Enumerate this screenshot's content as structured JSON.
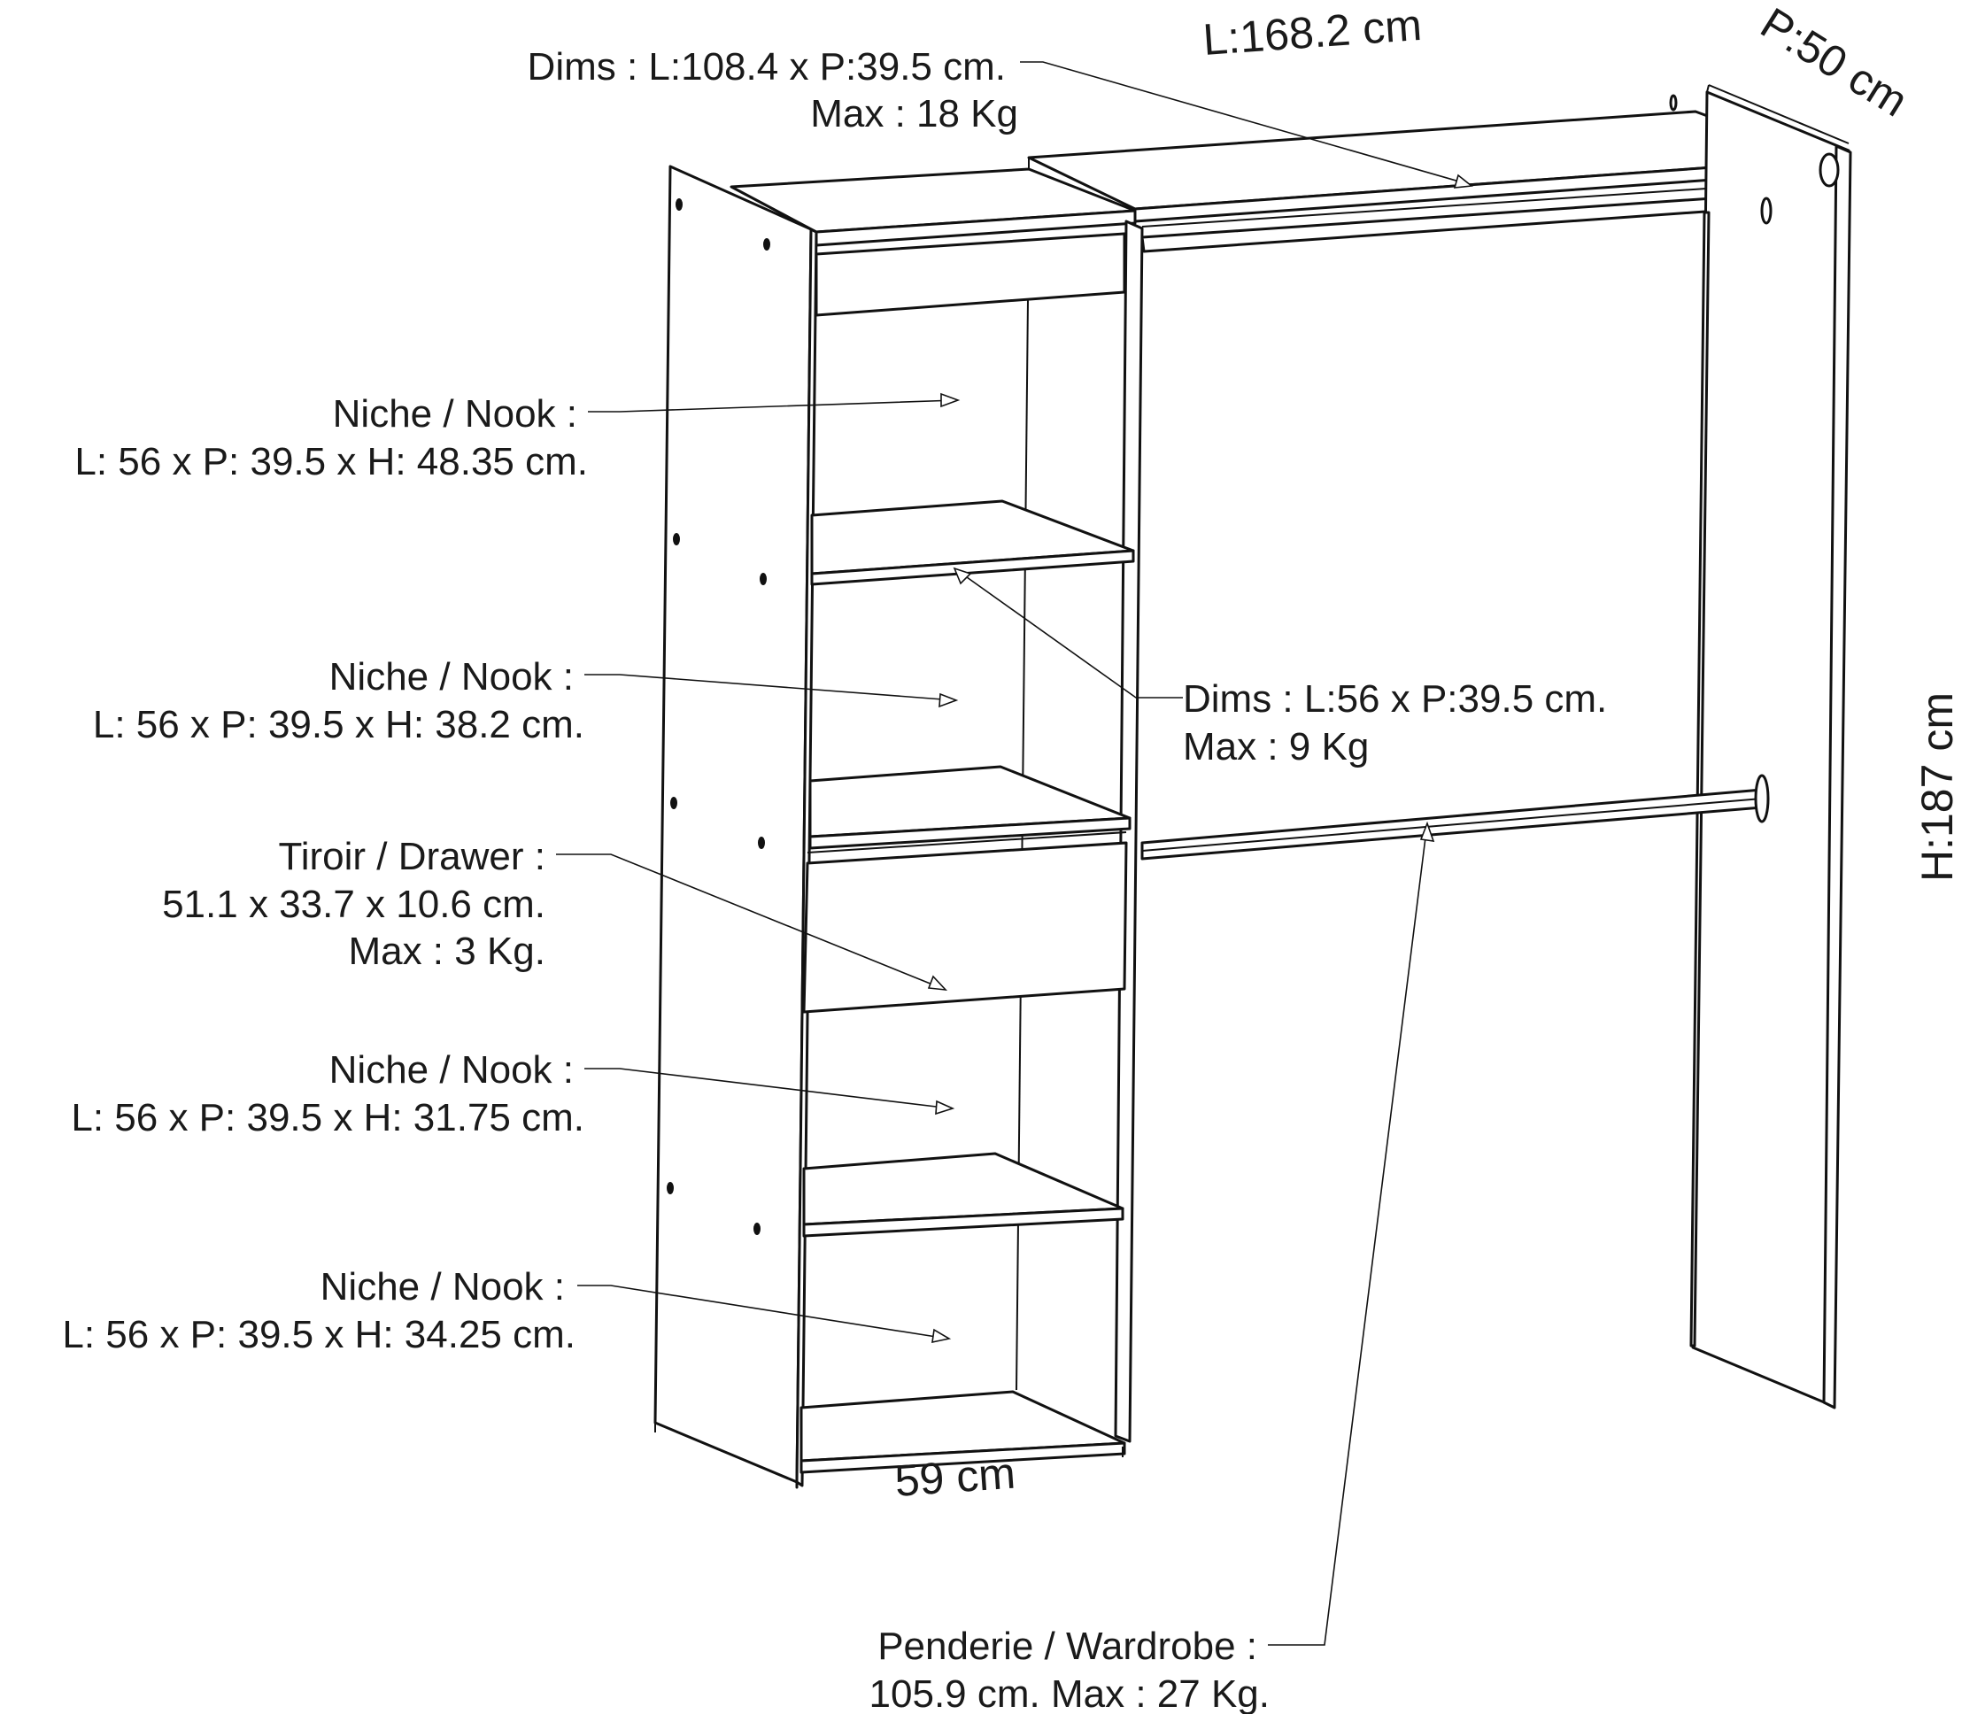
{
  "dimensions": {
    "width": "L:168.2 cm",
    "depth": "P:50 cm",
    "height": "H:187 cm",
    "column_width": "59 cm"
  },
  "callouts": {
    "top_shelf": {
      "line1": "Dims : L:108.4 x P:39.5 cm.",
      "line2": "Max : 18 Kg"
    },
    "nook_1": {
      "line1": "Niche / Nook :",
      "line2": "L: 56 x P: 39.5 x H: 48.35 cm."
    },
    "nook_2": {
      "line1": "Niche / Nook :",
      "line2": "L: 56 x P: 39.5 x H: 38.2 cm."
    },
    "middle_shelf": {
      "line1": "Dims : L:56 x P:39.5 cm.",
      "line2": "Max : 9 Kg"
    },
    "drawer": {
      "line1": "Tiroir / Drawer :",
      "line2": "51.1 x 33.7 x 10.6 cm.",
      "line3": "Max : 3 Kg."
    },
    "nook_3": {
      "line1": "Niche / Nook :",
      "line2": "L: 56 x P: 39.5 x H: 31.75 cm."
    },
    "nook_4": {
      "line1": "Niche / Nook :",
      "line2": "L: 56 x P: 39.5 x H: 34.25 cm."
    },
    "wardrobe": {
      "line1": "Penderie / Wardrobe :",
      "line2": "105.9 cm. Max : 27 Kg."
    }
  }
}
